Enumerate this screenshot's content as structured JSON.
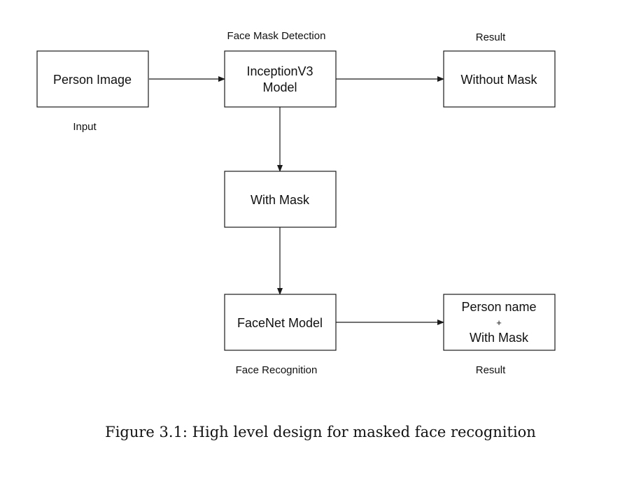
{
  "diagram": {
    "labels": {
      "face_mask_detection": "Face Mask Detection",
      "result_top": "Result",
      "input": "Input",
      "face_recognition": "Face Recognition",
      "result_bottom": "Result"
    },
    "nodes": {
      "person_image": "Person Image",
      "inception_line1": "InceptionV3",
      "inception_line2": "Model",
      "without_mask": "Without Mask",
      "with_mask": "With Mask",
      "facenet": "FaceNet Model",
      "person_name_line1": "Person name",
      "person_name_plus": "+",
      "person_name_line2": "With Mask"
    },
    "edges": [
      {
        "from": "Person Image",
        "to": "InceptionV3 Model"
      },
      {
        "from": "InceptionV3 Model",
        "to": "Without Mask"
      },
      {
        "from": "InceptionV3 Model",
        "to": "With Mask"
      },
      {
        "from": "With Mask",
        "to": "FaceNet Model"
      },
      {
        "from": "FaceNet Model",
        "to": "Person name + With Mask"
      }
    ]
  },
  "caption": "Figure 3.1: High level design for masked face recognition"
}
